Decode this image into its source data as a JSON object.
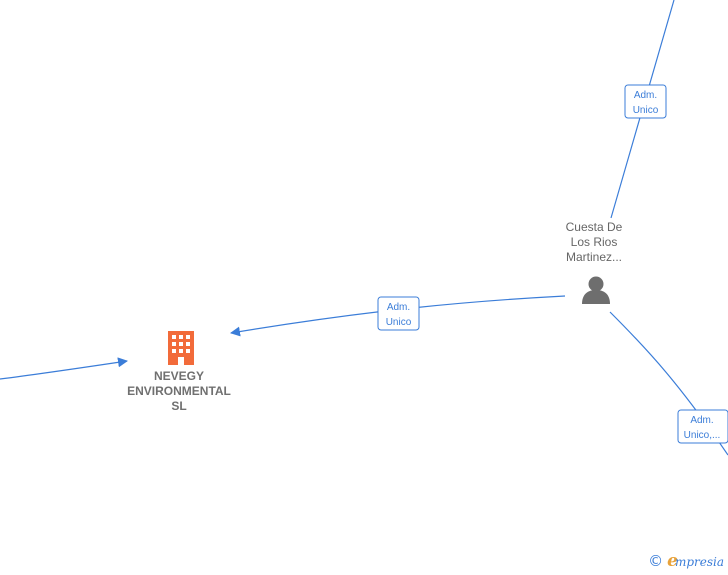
{
  "nodes": {
    "company": {
      "name_lines": [
        "NEVEGY",
        "ENVIRONMENTAL",
        "SL"
      ],
      "icon": "building-icon",
      "color": "#f26b3a"
    },
    "person": {
      "name_lines": [
        "Cuesta De",
        "Los Rios",
        "Martinez..."
      ],
      "icon": "person-icon",
      "color": "#6e6e6e"
    }
  },
  "edges": [
    {
      "from": "person",
      "to": "company",
      "label_lines": [
        "Adm.",
        "Unico"
      ]
    },
    {
      "from": "offscreen-top",
      "to": "person",
      "label_lines": [
        "Adm.",
        "Unico"
      ]
    },
    {
      "from": "person",
      "to": "offscreen-bottom-right",
      "label_lines": [
        "Adm.",
        "Unico,..."
      ]
    },
    {
      "from": "offscreen-left",
      "to": "company",
      "label_lines": []
    }
  ],
  "watermark": {
    "copyright_symbol": "©",
    "brand_first_letter": "e",
    "brand_rest": "mpresia"
  },
  "colors": {
    "edge": "#3b7dd8",
    "label_text": "#3b7dd8",
    "brand_accent": "#e8a23a"
  }
}
